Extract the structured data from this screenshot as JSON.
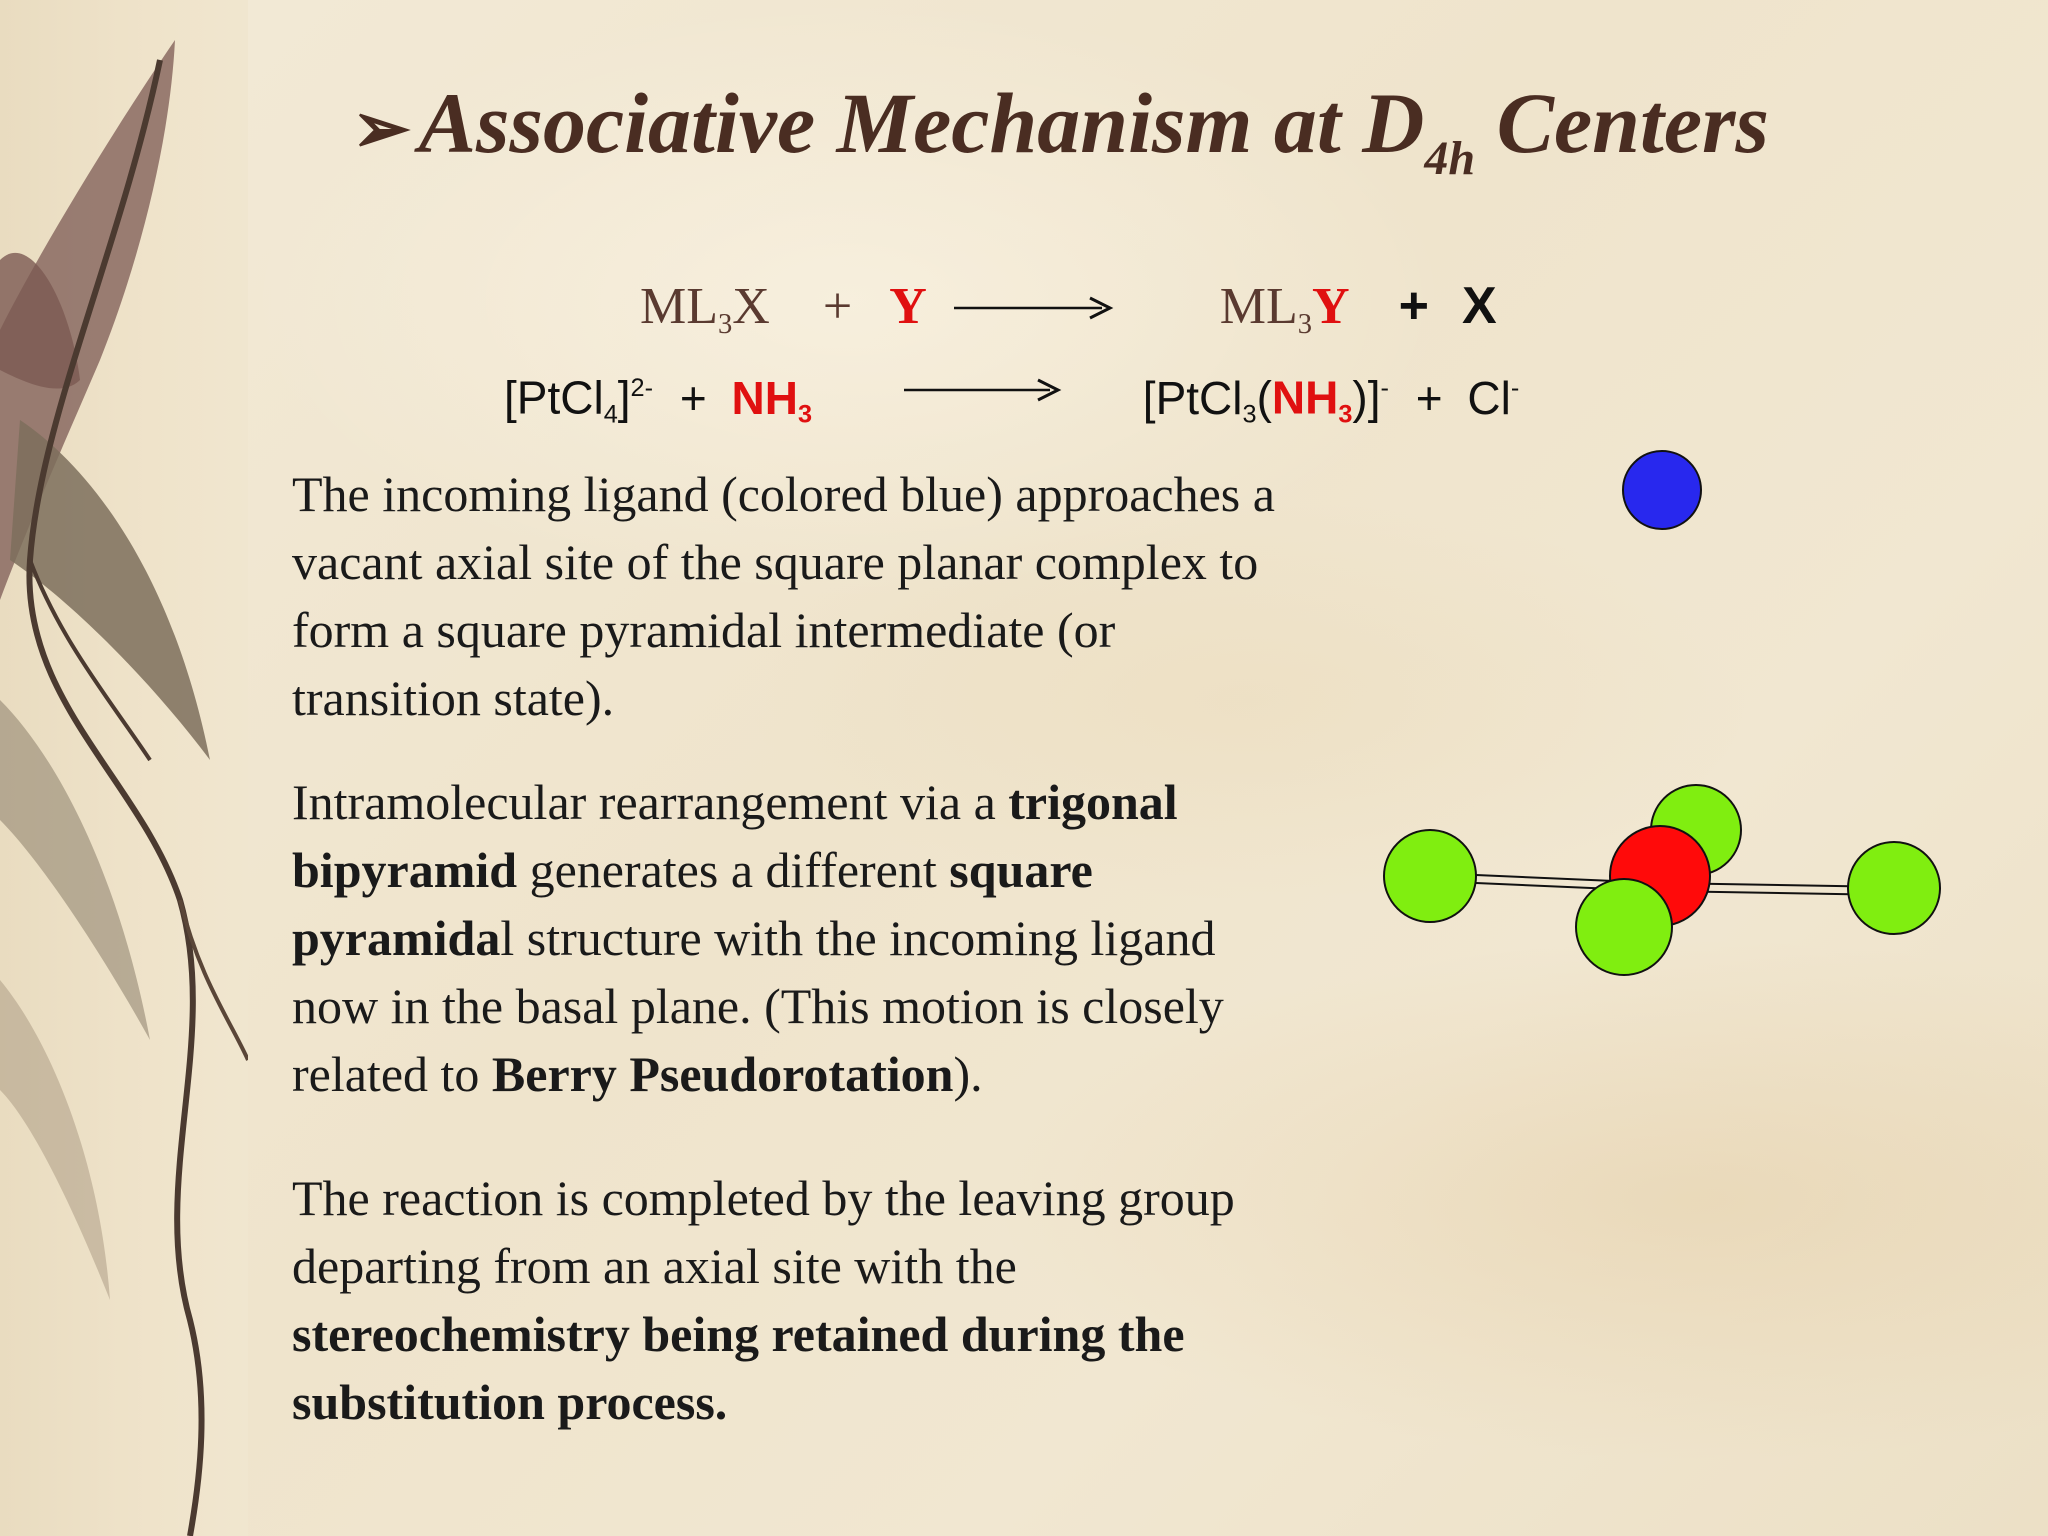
{
  "slide": {
    "title_bullet": "➢",
    "title_main": "Associative Mechanism at D",
    "title_sub": "4h",
    "title_end": " Centers"
  },
  "equation1": {
    "reactant_base": "ML",
    "reactant_sub": "3",
    "reactant_end": "X",
    "plus1": "+",
    "incoming": "Y",
    "product_base": "ML",
    "product_sub": "3",
    "product_y": "Y",
    "plus2": "+",
    "leaving": "X"
  },
  "equation2": {
    "r1_a": "[PtCl",
    "r1_sub": "4",
    "r1_b": "]",
    "r1_sup": "2-",
    "plus1": "+",
    "nh_a": "NH",
    "nh_sub": "3",
    "p1_a": "[PtCl",
    "p1_sub": "3",
    "p1_b": "(",
    "p_nh_a": "NH",
    "p_nh_sub": "3",
    "p1_c": ")]",
    "p1_sup": "-",
    "plus2": "+",
    "cl": "Cl",
    "cl_sup": "-"
  },
  "paragraph1": {
    "text": "The incoming ligand (colored blue) approaches a vacant axial site of the square planar complex to form a square pyramidal intermediate (or transition state)."
  },
  "paragraph2": {
    "t1": "Intramolecular rearrangement via a ",
    "b1": "trigonal bipyramid",
    "t2": " generates a different ",
    "b2": "square pyramida",
    "t3": "l structure with the incoming ligand now in the basal plane. (This motion is closely related to ",
    "b3": "Berry Pseudorotation",
    "t4": ")."
  },
  "paragraph3": {
    "t1": "The reaction is completed by the leaving group departing from an axial site with the ",
    "b1": "stereochemistry being  retained during the substitution process."
  },
  "colors": {
    "title": "#4a2d22",
    "accent_red": "#e01010",
    "ligand_blue": "#2828ee",
    "ligand_green": "#80ee10",
    "metal_red": "#ff0a0a"
  }
}
